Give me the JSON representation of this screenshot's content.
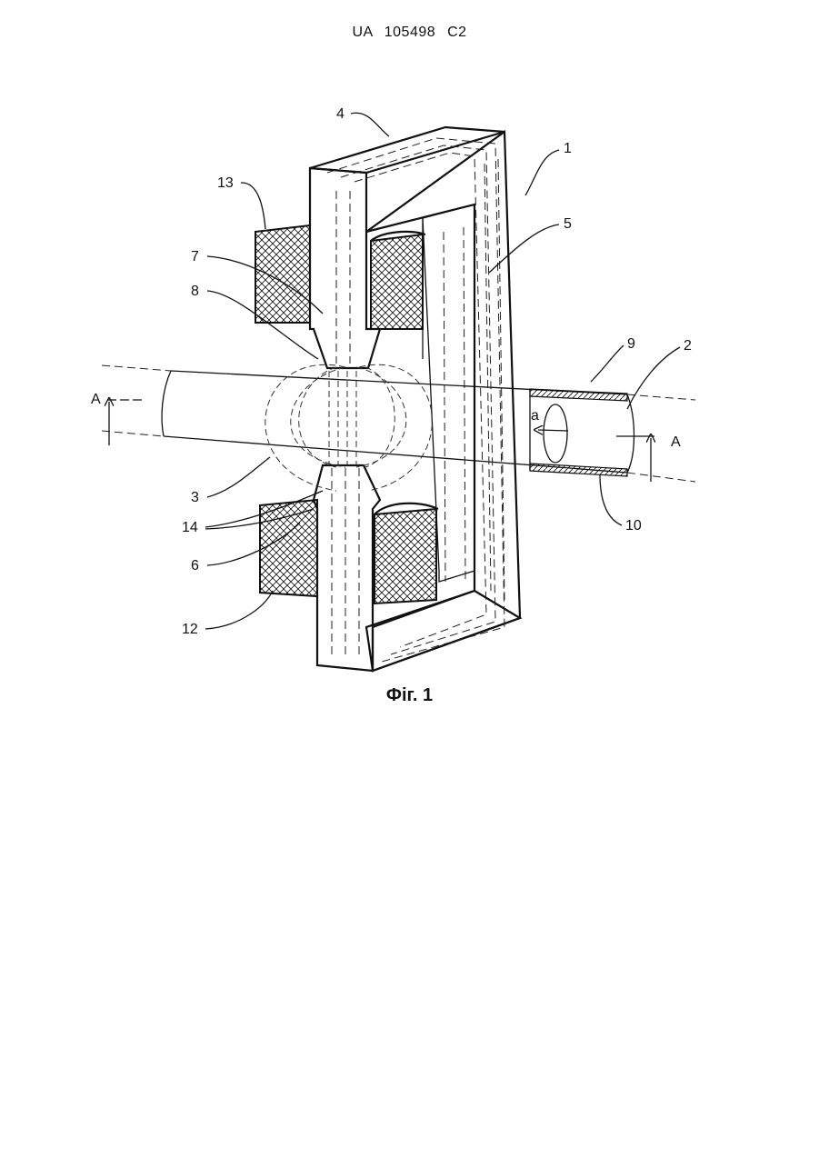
{
  "header": {
    "text": "UA   105498   C2"
  },
  "caption": {
    "text": "Фіг. 1"
  },
  "labels": {
    "l1": "1",
    "l2": "2",
    "l3": "3",
    "l4": "4",
    "l5": "5",
    "l6": "6",
    "l7": "7",
    "l8": "8",
    "l9": "9",
    "l10": "10",
    "l12": "12",
    "l13": "13",
    "l14": "14",
    "la": "a",
    "sectionA_left": "A",
    "sectionA_right": "A"
  }
}
